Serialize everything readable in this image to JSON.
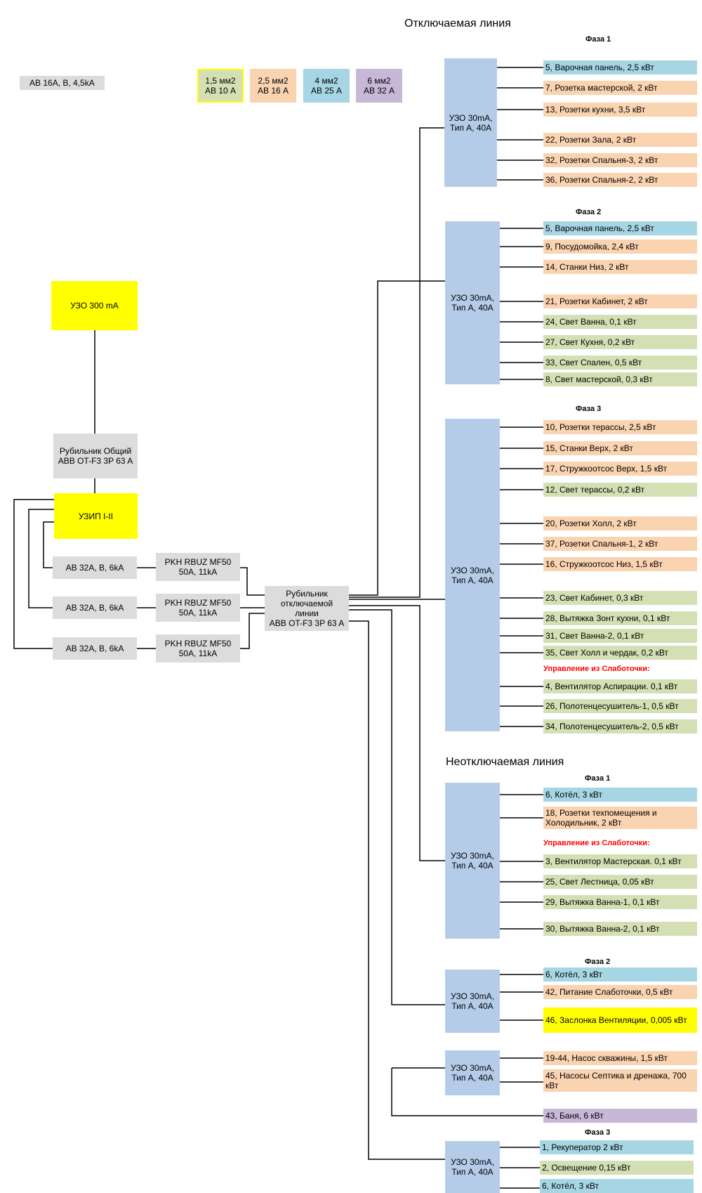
{
  "titles": {
    "switchable": "Отключаемая линия",
    "non_switchable": "Неотключаемая линия"
  },
  "legend": {
    "breaker_general": "АВ 16А, В, 4,5kA",
    "items": [
      {
        "line1": "1,5 мм2",
        "line2": "АВ 10 А"
      },
      {
        "line1": "2,5 мм2",
        "line2": "АВ 16 А"
      },
      {
        "line1": "4 мм2",
        "line2": "АВ 25 А"
      },
      {
        "line1": "6 мм2",
        "line2": "АВ 32 А"
      }
    ]
  },
  "main": {
    "rcd_main": "УЗО 300 mA",
    "switch_general_1": "Рубильник Общий",
    "switch_general_2": "ABB OT-F3 3P 63 A",
    "spd": "УЗИП I-II",
    "breakers": [
      "АВ 32А, В, 6kA",
      "АВ 32А, В, 6kA",
      "АВ 32А, В, 6kA"
    ],
    "relays": [
      {
        "line1": "PKH RBUZ MF50",
        "line2": "50A, 11kA"
      },
      {
        "line1": "PKH RBUZ MF50",
        "line2": "50A, 11kA"
      },
      {
        "line1": "PKH RBUZ MF50",
        "line2": "50A, 11kA"
      }
    ],
    "switch_line_1": "Рубильник",
    "switch_line_2": "отключаемой",
    "switch_line_3": "линии",
    "switch_line_4": "ABB OT-F3 3P 63 A"
  },
  "uzo": {
    "line1": "УЗО 30mA,",
    "line2": "Тип А, 40А"
  },
  "switchable": {
    "phase1": {
      "label": "Фаза 1",
      "loads": [
        {
          "text": "5, Варочная панель, 2,5 кВт",
          "color": "blue"
        },
        {
          "text": "7, Розетка мастерской, 2 кВт",
          "color": "orange"
        },
        {
          "text": "13, Розетки кухни, 3,5 кВт",
          "color": "orange"
        },
        {
          "text": "22, Розетки Зала, 2 кВт",
          "color": "orange"
        },
        {
          "text": "32, Розетки Спальня-3, 2 кВт",
          "color": "orange"
        },
        {
          "text": "36, Розетки Спальня-2, 2 кВт",
          "color": "orange"
        }
      ]
    },
    "phase2": {
      "label": "Фаза 2",
      "loads": [
        {
          "text": "5, Варочная панель, 2,5 кВт",
          "color": "blue"
        },
        {
          "text": "9, Посудомойка, 2,4 кВт",
          "color": "orange"
        },
        {
          "text": "14, Станки Низ, 2 кВт",
          "color": "orange"
        },
        {
          "text": "21, Розетки Кабинет, 2 кВт",
          "color": "orange"
        },
        {
          "text": "24, Свет Ванна, 0,1 кВт",
          "color": "green"
        },
        {
          "text": "27, Свет Кухня, 0,2 кВт",
          "color": "green"
        },
        {
          "text": "33, Свет Спален, 0,5 кВт",
          "color": "green"
        },
        {
          "text": "8, Свет мастерской, 0,3 кВт",
          "color": "green"
        }
      ]
    },
    "phase3": {
      "label": "Фаза 3",
      "loads": [
        {
          "text": "10, Розетки терассы, 2,5 кВт",
          "color": "orange"
        },
        {
          "text": "15, Станки Верх, 2 кВт",
          "color": "orange"
        },
        {
          "text": "17, Стружкоотсос Верх, 1,5 кВт",
          "color": "orange"
        },
        {
          "text": "12, Свет терассы, 0,2 кВт",
          "color": "green"
        },
        {
          "text": "20, Розетки Холл, 2 кВт",
          "color": "orange"
        },
        {
          "text": "37, Розетки Спальня-1, 2 кВт",
          "color": "orange"
        },
        {
          "text": "16, Стружкоотсос Низ, 1,5 кВт",
          "color": "orange"
        },
        {
          "text": "23, Свет Кабинет, 0,3 кВт",
          "color": "green"
        },
        {
          "text": "28, Вытяжка Зонт кухни, 0,1 кВт",
          "color": "green"
        },
        {
          "text": "31, Свет Ванна-2, 0,1 кВт",
          "color": "green"
        },
        {
          "text": "35, Свет Холл и чердак, 0,2 кВт",
          "color": "green"
        },
        {
          "text": "4, Вентилятор Аспирации. 0,1 кВт",
          "color": "green"
        },
        {
          "text": "26, Полотенцесушитель-1, 0,5 кВт",
          "color": "green"
        },
        {
          "text": "34, Полотенцесушитель-2, 0,5 кВт",
          "color": "green"
        }
      ],
      "control_note": "Управление из Слаботочки:"
    }
  },
  "non_switchable": {
    "phase1": {
      "label": "Фаза 1",
      "loads": [
        {
          "text": "6, Котёл, 3 кВт",
          "color": "blue"
        },
        {
          "text": "18, Розетки техпомещения и Холодильник, 2 кВт",
          "color": "orange"
        },
        {
          "text": "3, Вентилятор Мастерская. 0,1 кВт",
          "color": "green"
        },
        {
          "text": "25, Свет Лестница, 0,05 кВт",
          "color": "green"
        },
        {
          "text": "29, Вытяжка Ванна-1, 0,1 кВт",
          "color": "green"
        },
        {
          "text": "30, Вытяжка Ванна-2, 0,1 кВт",
          "color": "green"
        }
      ],
      "control_note": "Управление из Слаботочки:"
    },
    "phase2": {
      "label": "Фаза 2",
      "loads": [
        {
          "text": "6, Котёл, 3 кВт",
          "color": "blue"
        },
        {
          "text": "42, Питание Слаботочки, 0,5 кВт",
          "color": "orange"
        },
        {
          "text": "46, Заслонка Вентиляции, 0,005 кВт",
          "color": "yellow"
        },
        {
          "text": "19-44, Насос скважины, 1,5 кВт",
          "color": "orange"
        },
        {
          "text": "45, Насосы Септика и дренажа, 700 кВт",
          "color": "orange"
        },
        {
          "text": "43, Баня, 6 кВт",
          "color": "purple"
        }
      ]
    },
    "phase3": {
      "label": "Фаза 3",
      "loads": [
        {
          "text": "1, Рекуператор 2 кВт",
          "color": "blue"
        },
        {
          "text": "2, Освещение 0,15 кВт",
          "color": "green"
        },
        {
          "text": "6, Котёл, 3 кВт",
          "color": "blue"
        }
      ]
    }
  }
}
